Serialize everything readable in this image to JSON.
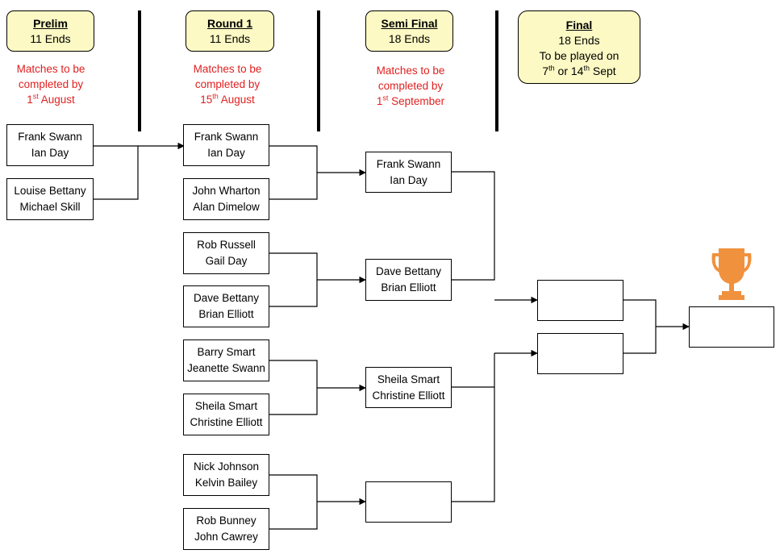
{
  "colors": {
    "header_fill": "#fcf9c4",
    "note_red": "#e02020",
    "trophy": "#f0913e",
    "line": "#000000"
  },
  "headers": {
    "prelim": {
      "title": "Prelim",
      "ends": "11 Ends"
    },
    "round1": {
      "title": "Round 1",
      "ends": "11 Ends"
    },
    "semi": {
      "title": "Semi Final",
      "ends": "18 Ends"
    },
    "final": {
      "title": "Final",
      "ends": "18 Ends",
      "line1": "To be played on",
      "d1": "7",
      "s1": "th",
      "or": " or 14",
      "s2": "th",
      "sept": " Sept"
    }
  },
  "notes": {
    "prelim": {
      "l1": "Matches to be",
      "l2": "completed by",
      "day": "1",
      "sup": "st",
      "month": " August"
    },
    "round1": {
      "l1": "Matches to be",
      "l2": "completed by",
      "day": "15",
      "sup": "th",
      "month": " August"
    },
    "semi": {
      "l1": "Matches to be",
      "l2": "completed by",
      "day": "1",
      "sup": "st",
      "month": " September"
    }
  },
  "prelim": [
    {
      "p1": "Frank Swann",
      "p2": "Ian Day"
    },
    {
      "p1": "Louise Bettany",
      "p2": "Michael Skill"
    }
  ],
  "round1": [
    {
      "p1": "Frank Swann",
      "p2": "Ian Day"
    },
    {
      "p1": "John Wharton",
      "p2": "Alan Dimelow"
    },
    {
      "p1": "Rob Russell",
      "p2": "Gail Day"
    },
    {
      "p1": "Dave Bettany",
      "p2": "Brian Elliott"
    },
    {
      "p1": "Barry Smart",
      "p2": "Jeanette Swann"
    },
    {
      "p1": "Sheila Smart",
      "p2": "Christine Elliott"
    },
    {
      "p1": "Nick Johnson",
      "p2": "Kelvin Bailey"
    },
    {
      "p1": "Rob Bunney",
      "p2": "John Cawrey"
    }
  ],
  "semi": [
    {
      "p1": "Frank Swann",
      "p2": "Ian Day"
    },
    {
      "p1": "Dave Bettany",
      "p2": "Brian Elliott"
    },
    {
      "p1": "Sheila Smart",
      "p2": "Christine Elliott"
    },
    {
      "p1": "",
      "p2": ""
    }
  ],
  "final": [
    {
      "p1": "",
      "p2": ""
    },
    {
      "p1": "",
      "p2": ""
    }
  ],
  "winner": {
    "p1": "",
    "p2": ""
  }
}
